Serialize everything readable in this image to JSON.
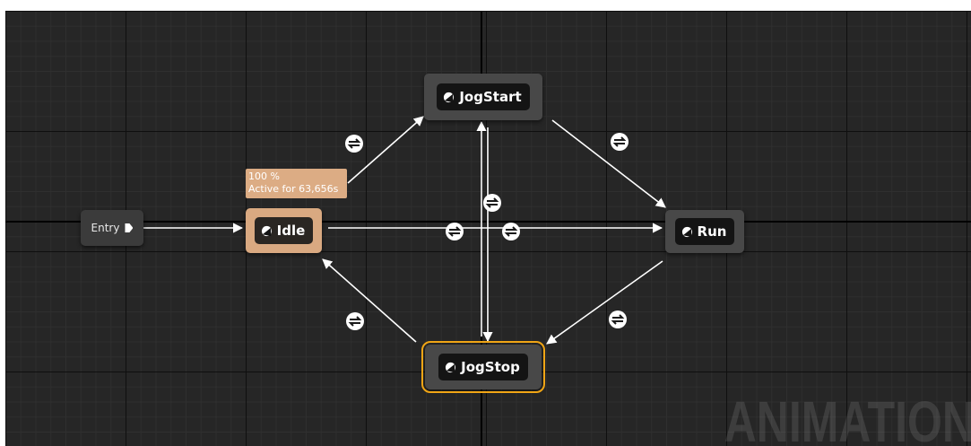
{
  "graph": {
    "watermark": "ANIMATION",
    "entry": {
      "label": "Entry"
    },
    "states": {
      "idle": {
        "label": "Idle"
      },
      "jogstart": {
        "label": "JogStart"
      },
      "run": {
        "label": "Run"
      },
      "jogstop": {
        "label": "JogStop"
      }
    },
    "active_state": {
      "weight": "100 %",
      "active_time": "Active for 63,656s"
    },
    "colors": {
      "active_state": "#d9a981",
      "selected_outline": "#f0a515",
      "node": "#484848",
      "wire": "#ffffff"
    },
    "transitions": [
      {
        "from": "Entry",
        "to": "Idle"
      },
      {
        "from": "Idle",
        "to": "JogStart"
      },
      {
        "from": "JogStart",
        "to": "Run"
      },
      {
        "from": "Idle",
        "to": "Run"
      },
      {
        "from": "JogStart",
        "to": "JogStop"
      },
      {
        "from": "JogStop",
        "to": "JogStart"
      },
      {
        "from": "JogStop",
        "to": "Idle"
      },
      {
        "from": "Run",
        "to": "JogStop"
      }
    ]
  }
}
